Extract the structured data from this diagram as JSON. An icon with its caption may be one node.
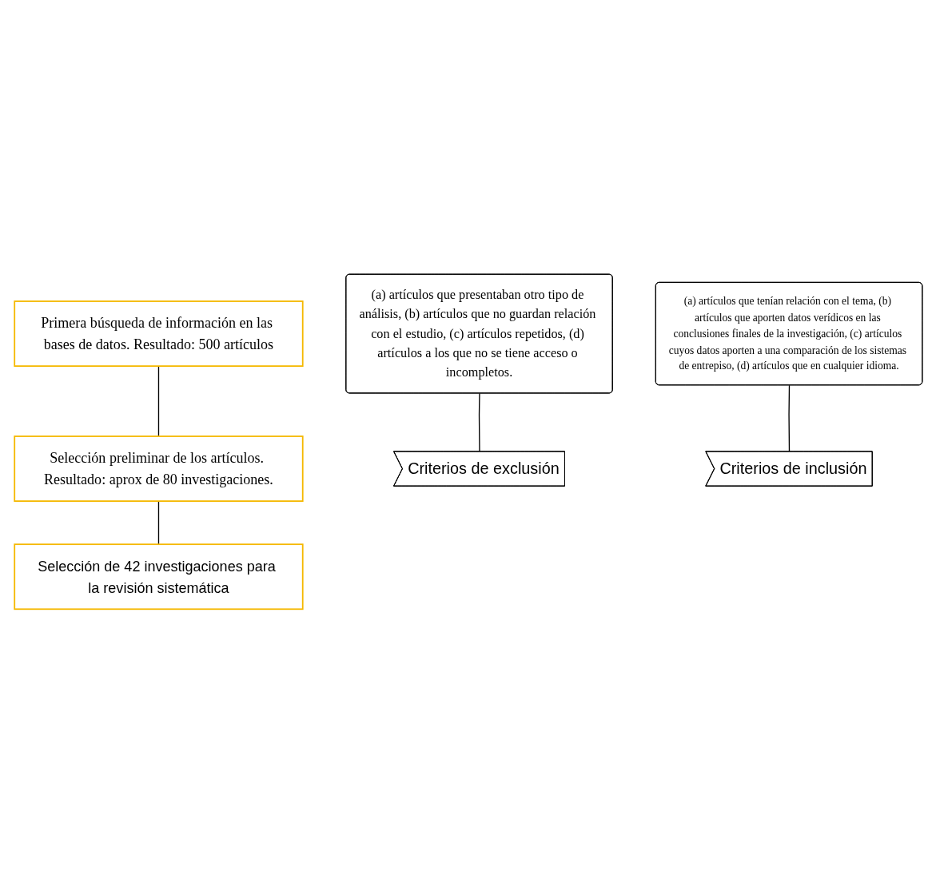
{
  "diagram": {
    "nodes": [
      {
        "text": [
          "Primera búsqueda de información en las bases de datos. Resultado: 500 artículos"
        ]
      },
      {
        "text": [
          "Selección preliminar de los artículos. Resultado: aprox de 80 investigaciones."
        ]
      },
      {
        "text": [
          "(a) artículos que presentaban otro tipo de análisis, (b) artículos que no guardan relación con el estudio, (c) artículos repetidos, (d) artículos a los que no se tiene acceso o incompletos."
        ]
      },
      {
        "text": [
          "Criterios de exclusión"
        ]
      },
      {
        "text": [
          "(a) artículos que tenían relación con el tema, (b) artículos que aporten datos verídicos en las conclusiones finales de la investigación, (c) artículos cuyos datos aporten a una comparación de los sistemas de entrepiso, (d) artículos que en cualquier idioma."
        ]
      },
      {
        "text": [
          "Criterios de inclusión"
        ]
      },
      {
        "text": [
          "Selección de 42 investigaciones para la revisión sistemática"
        ]
      }
    ],
    "edges": [
      {
        "from": 0,
        "to": 1,
        "arrow": "none"
      },
      {
        "from": 2,
        "to": 3,
        "arrow": "none"
      },
      {
        "from": 4,
        "to": 5,
        "arrow": "none"
      },
      {
        "from": 1,
        "to": 6,
        "arrow": "none"
      }
    ]
  }
}
